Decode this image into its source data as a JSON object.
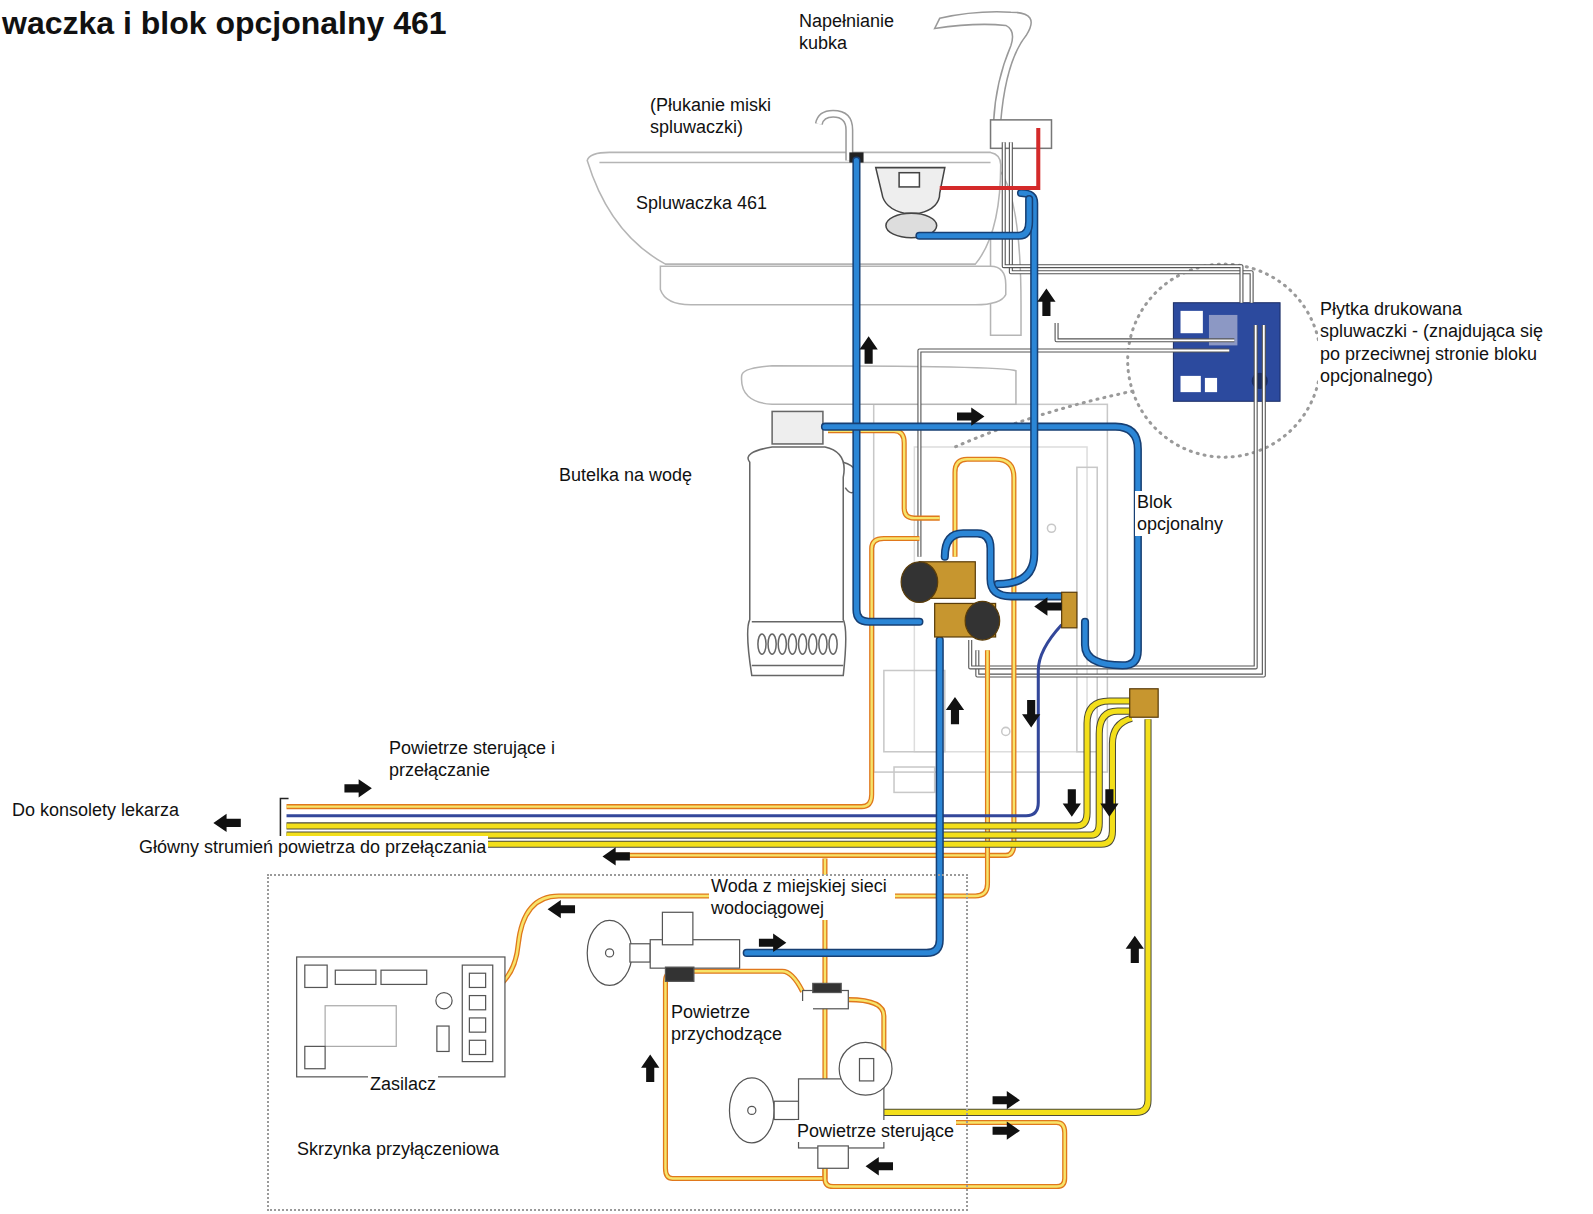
{
  "diagram": {
    "title": "waczka i blok opcjonalny 461",
    "nodes": [
      {
        "text": [
          "Skrzynka przyłączeniowa"
        ]
      },
      {
        "text": [
          "Zasilacz"
        ],
        "in": 0
      }
    ],
    "labels": [
      "Napełnianie kubka",
      "(Płukanie miski spluwaczki)",
      "Spluwaczka 461",
      "Płytka drukowana spluwaczki - (znajdująca się po przeciwnej stronie bloku opcjonalnego)",
      "Butelka na wodę",
      "Blok opcjonalny",
      "Powietrze sterujące i przełączanie",
      "Do konsolety lekarza",
      "Główny strumień powietrza do przełączania",
      "Woda z miejskiej sieci wodociągowej",
      "Powietrze przychodzące",
      "Powietrze sterujące"
    ]
  }
}
